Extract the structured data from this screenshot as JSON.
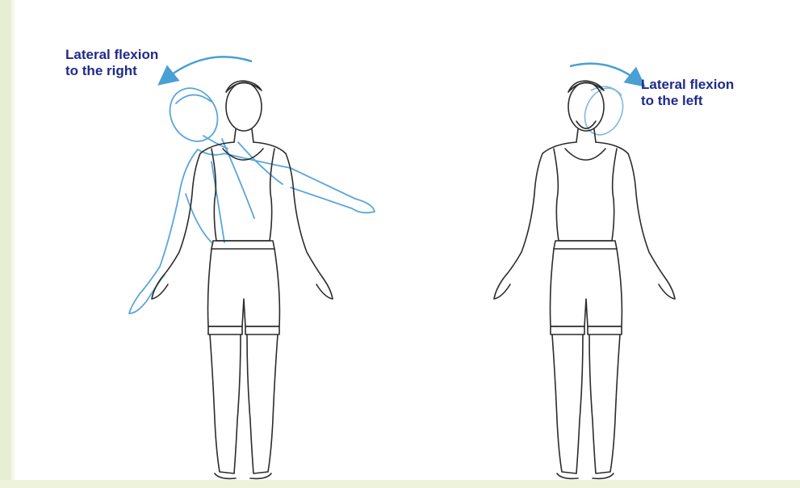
{
  "figure_right_flexion": {
    "caption_line1": "Lateral flexion",
    "caption_line2": "to the right"
  },
  "figure_left_flexion": {
    "caption_line1": "Lateral flexion",
    "caption_line2": "to the left"
  },
  "colors": {
    "label_text": "#1f2a8a",
    "arrow": "#4a9fd4",
    "motion_outline": "#5aa6dc",
    "body_outline": "#2b2b2b",
    "background_accent": "#eef3dc"
  }
}
